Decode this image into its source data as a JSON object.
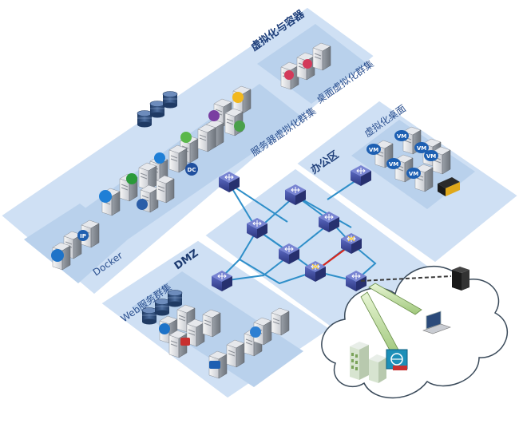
{
  "zones": {
    "virtualization": {
      "title": "虚拟化与容器",
      "server_cluster_label": "服务器虚拟化群集",
      "desktop_cluster_label": "桌面虚拟化群集",
      "docker_label": "Docker"
    },
    "office": {
      "title": "办公区",
      "vdi_label": "虚拟化桌面",
      "vm_badge": "VM"
    },
    "dmz": {
      "title": "DMZ",
      "web_cluster_label": "Web服务群集"
    }
  },
  "badges": {
    "ip": "IP",
    "dc": "DC"
  },
  "colors": {
    "zone_fill": "#cfe0f4",
    "zone_inner": "#b9d1ec",
    "zone_border": "#ffffff",
    "link": "#2f8fc9",
    "red_link": "#d9261c",
    "switch": "#3b4a9e"
  },
  "icons": [
    "server-icon",
    "database-icon",
    "switch-icon",
    "router-icon",
    "laptop-icon",
    "tower-server-icon",
    "cloud-icon",
    "building-icon",
    "thin-client-icon"
  ]
}
